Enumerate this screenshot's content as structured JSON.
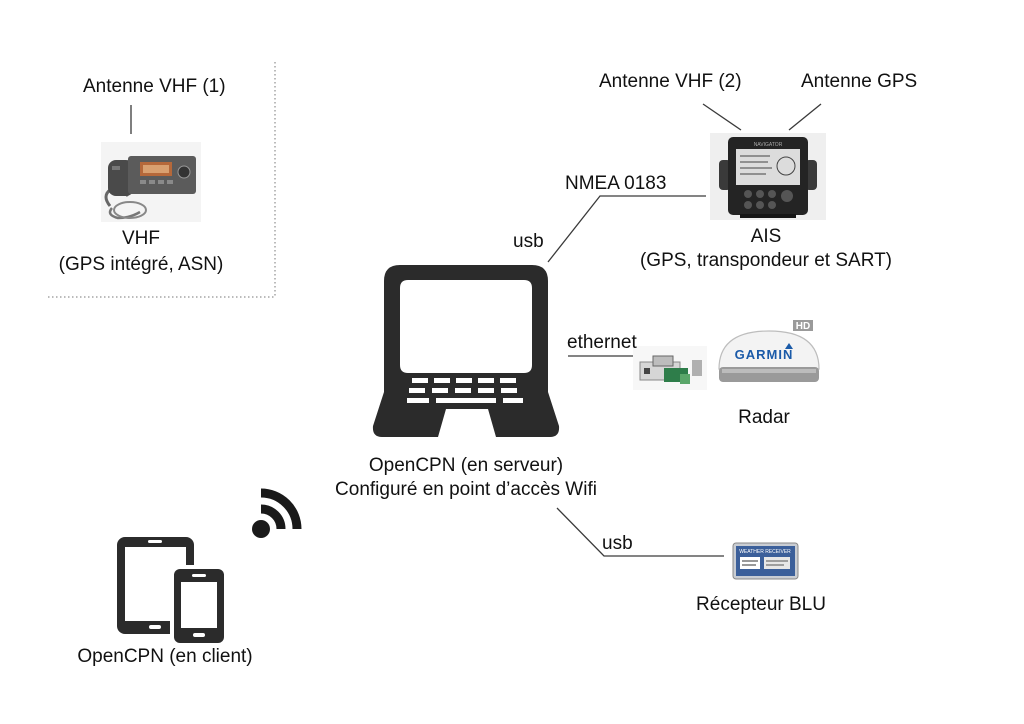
{
  "vhf_group": {
    "antenna_label": "Antenne VHF (1)",
    "device_title": "VHF",
    "device_subtitle": "(GPS intégré, ASN)"
  },
  "ais_group": {
    "antenna_vhf_label": "Antenne VHF (2)",
    "antenna_gps_label": "Antenne GPS",
    "link_protocol": "NMEA 0183",
    "link_type": "usb",
    "device_title": "AIS",
    "device_subtitle": "(GPS, transpondeur et SART)",
    "screen_brand": "NAVIGATOR"
  },
  "radar_group": {
    "link_type": "ethernet",
    "device_label": "Radar",
    "brand_text": "GARMIN",
    "badge": "HD"
  },
  "server": {
    "line1": "OpenCPN (en serveur)",
    "line2": "Configuré en point d’accès Wifi"
  },
  "blu_group": {
    "link_type": "usb",
    "device_label": "Récepteur BLU",
    "device_brand": "WEATHER RECEIVER"
  },
  "client": {
    "label": "OpenCPN (en client)"
  },
  "colors": {
    "line": "#3a3a3a",
    "icon": "#2b2b2b",
    "dotted": "#777777",
    "garmin_blue": "#1a5aa8"
  },
  "icons": [
    "laptop-icon",
    "wifi-icon",
    "tablet-icon",
    "phone-icon",
    "vhf-radio-icon",
    "ais-display-icon",
    "radar-dome-icon",
    "ethernet-switch-icon",
    "blu-receiver-icon"
  ]
}
